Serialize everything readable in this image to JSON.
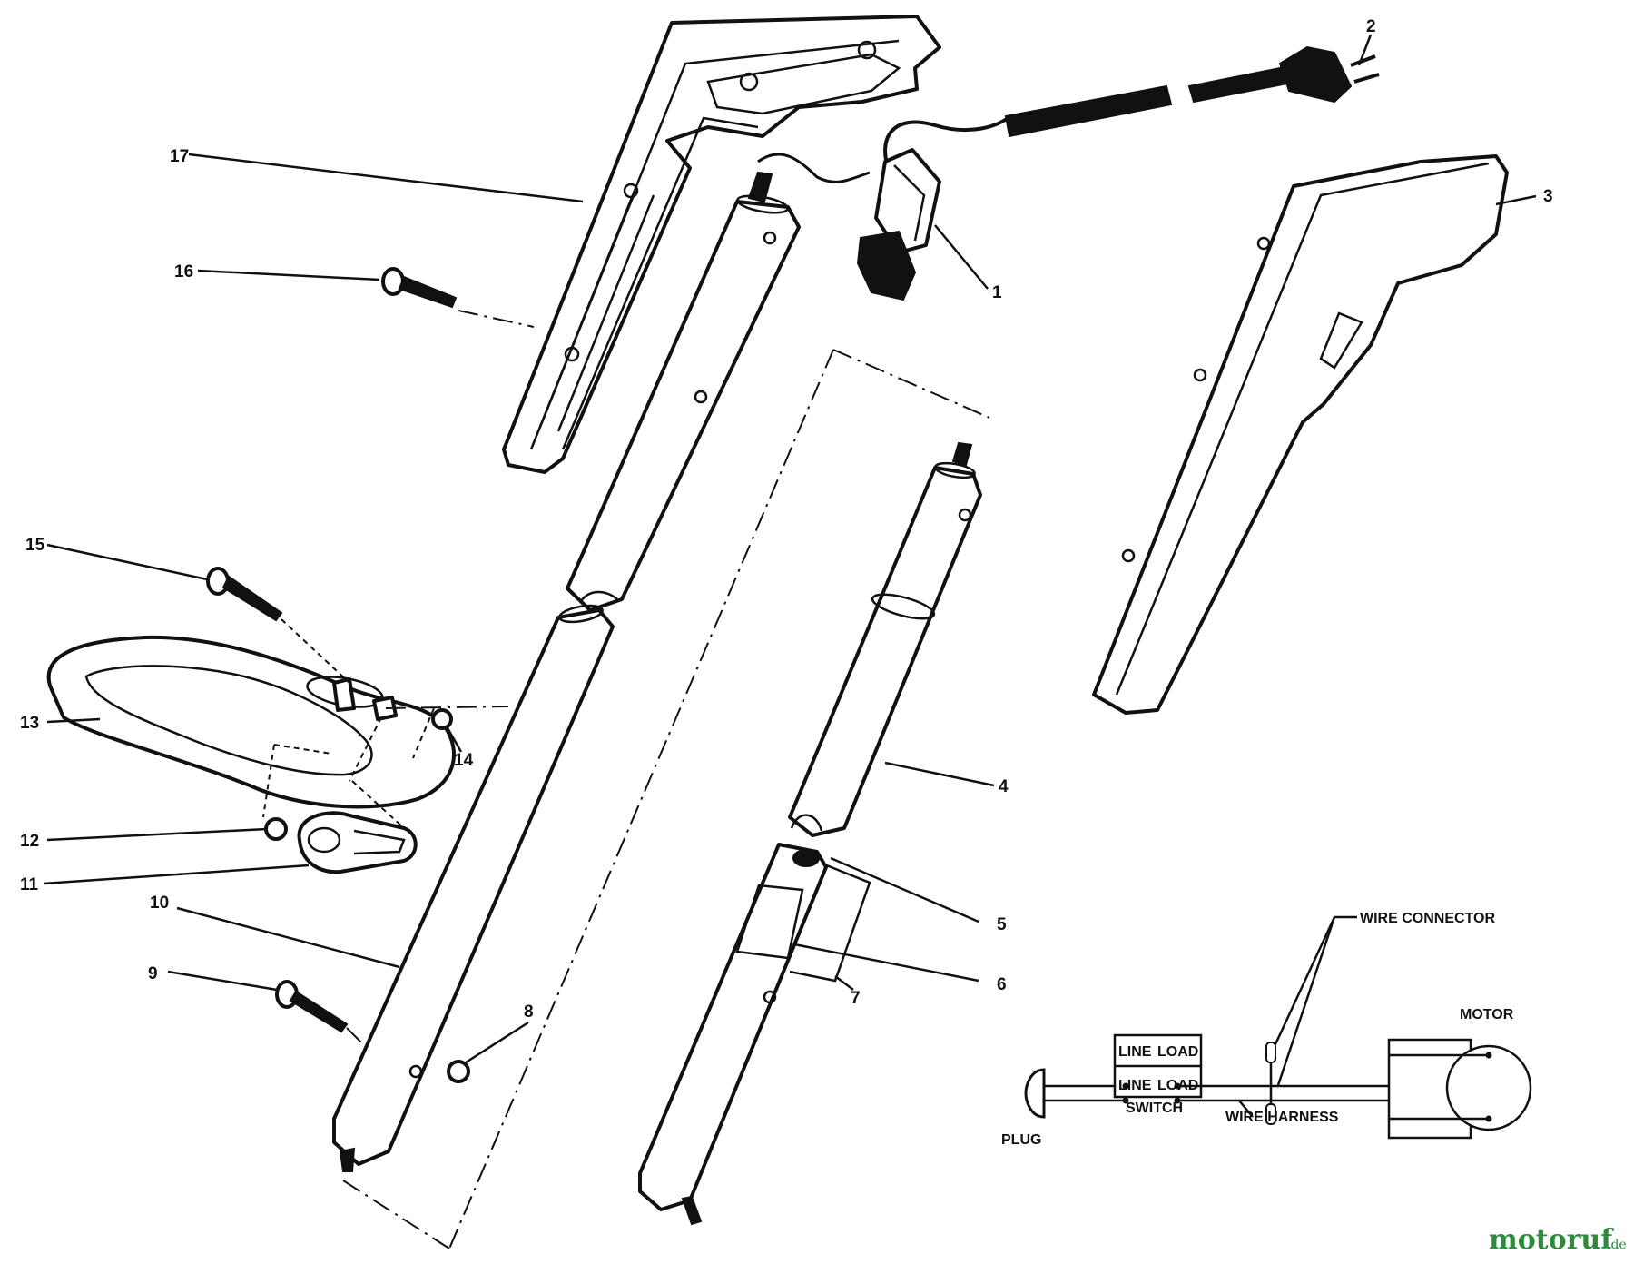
{
  "callouts": [
    "1",
    "2",
    "3",
    "4",
    "5",
    "6",
    "7",
    "8",
    "9",
    "10",
    "11",
    "12",
    "13",
    "14",
    "15",
    "16",
    "17"
  ],
  "wiring": {
    "wire_connector": "WIRE CONNECTOR",
    "motor": "MOTOR",
    "plug": "PLUG",
    "line": "LINE",
    "load": "LOAD",
    "switch": "SWITCH",
    "wire_harness": "WIRE HARNESS"
  },
  "watermark": {
    "brand": "motoruf",
    "suffix": ".de"
  },
  "colors": {
    "ink": "#111111",
    "paper": "#ffffff",
    "watermark": "#2e8b3b"
  }
}
